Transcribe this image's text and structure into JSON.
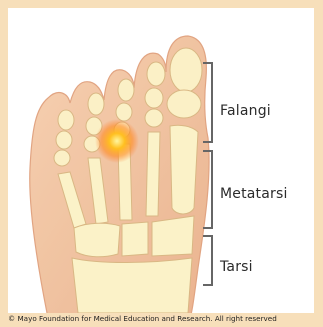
{
  "labels": {
    "falangi": "Falangi",
    "metatarsi": "Metatarsi",
    "tarsi": "Tarsi"
  },
  "credit": "© Mayo Foundation for Medical Education and Research. All right reserved",
  "colors": {
    "background": "#f7dfba",
    "skin": "#f4c8a4",
    "bone": "#fbf2c8",
    "bracket": "#666666",
    "highlight": "#ffb300"
  }
}
